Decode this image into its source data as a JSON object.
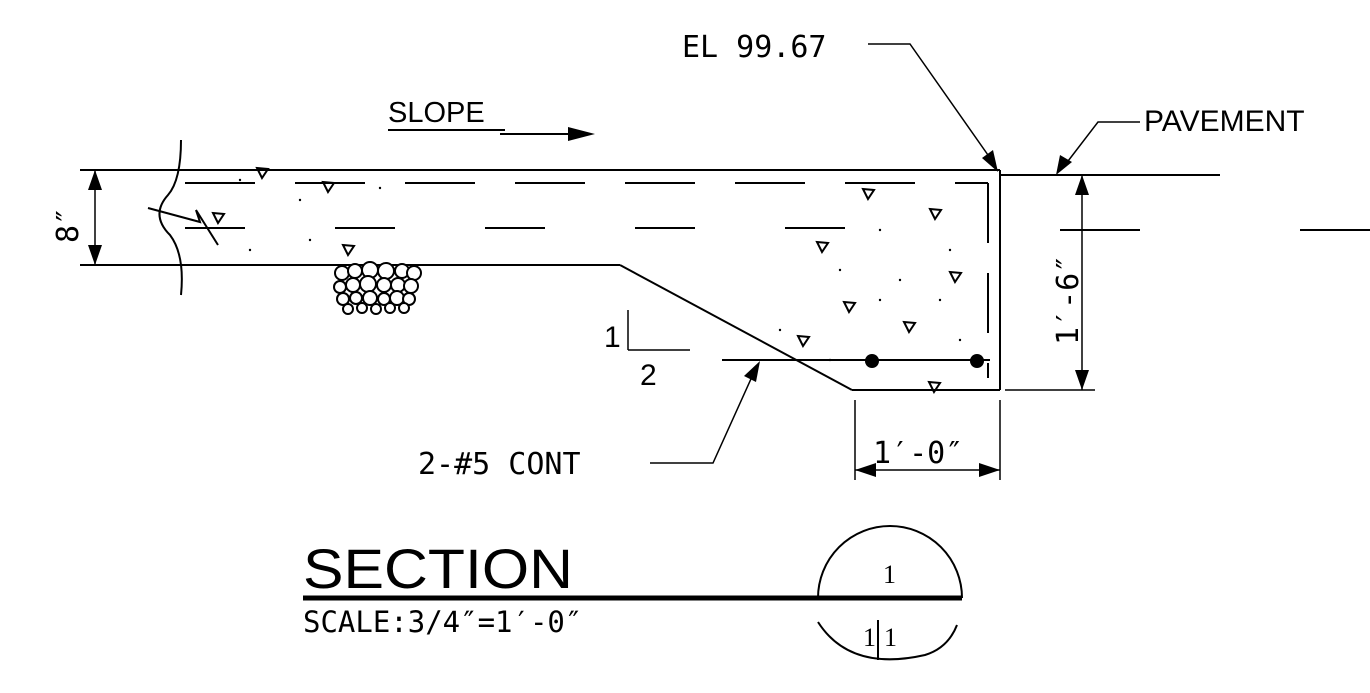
{
  "labels": {
    "elevation": "EL 99.67",
    "pavement": "PAVEMENT",
    "slope": "SLOPE",
    "depth_left": "8″",
    "depth_right": "1′-6″",
    "width_bottom": "1′-0″",
    "reinforcement": "2-#5 CONT",
    "slope_rise": "1",
    "slope_run": "2"
  },
  "title_block": {
    "title": "SECTION",
    "scale": "SCALE:3/4″=1′-0″",
    "section_number": "1",
    "sheet_left": "1",
    "sheet_right": "1"
  }
}
